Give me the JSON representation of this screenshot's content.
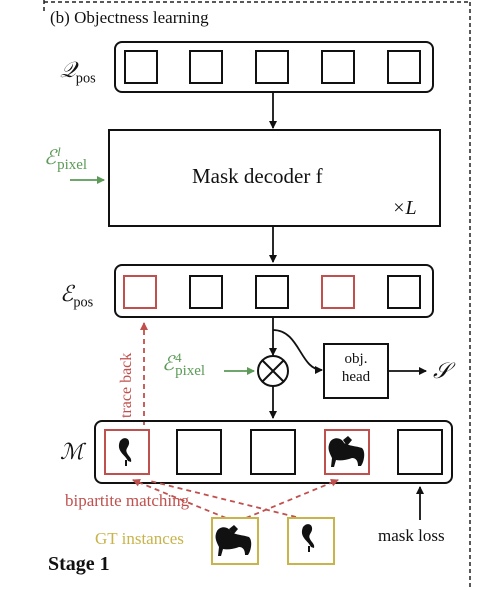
{
  "panel_title": "(b) Objectness learning",
  "q_pos": {
    "symbol": "𝒬",
    "subscript": "pos"
  },
  "pixel_l": {
    "symbol": "ℰ",
    "superscript": "l",
    "subscript": "pixel"
  },
  "decoder": {
    "label": "Mask decoder f",
    "repeat": "×L"
  },
  "e_pos": {
    "symbol": "ℰ",
    "subscript": "pos"
  },
  "pixel_4": {
    "symbol": "ℰ",
    "superscript": "4",
    "subscript": "pixel"
  },
  "otimes": "⊗",
  "obj_head": {
    "line1": "obj.",
    "line2": "head"
  },
  "s_symbol": "𝒮",
  "m_symbol": "ℳ",
  "trace_back": "trace back",
  "bipartite": "bipartite matching",
  "gt_instances": "GT instances",
  "mask_loss": "mask loss",
  "stage": "Stage 1",
  "colors": {
    "red": "#c0504d",
    "green": "#5b9a57",
    "gold": "#c8b44a",
    "black": "#111111"
  }
}
